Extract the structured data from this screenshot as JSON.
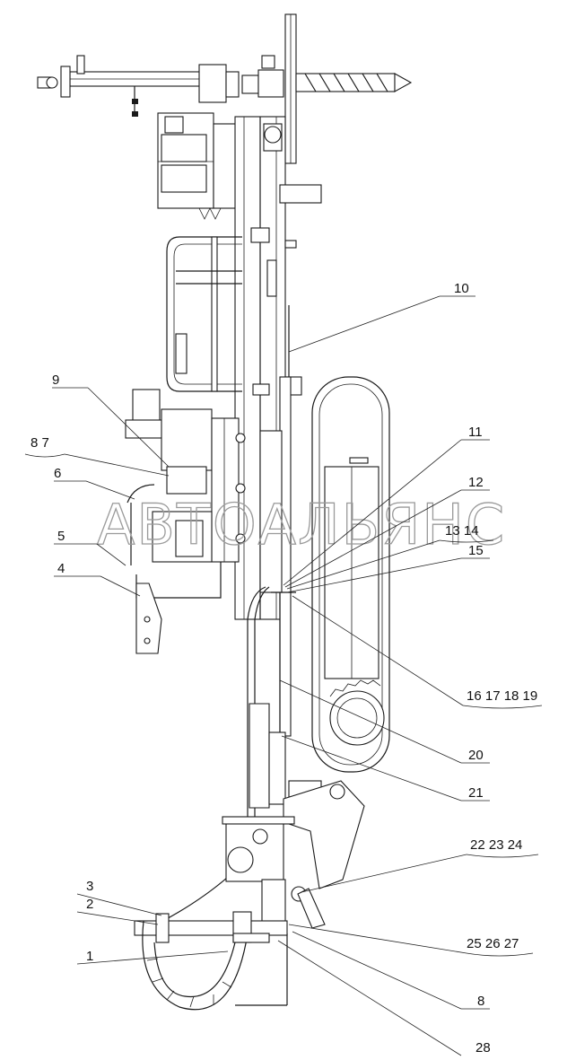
{
  "watermark": "АВТОАЛЬЯНС",
  "callouts": [
    {
      "label": "1"
    },
    {
      "label": "2"
    },
    {
      "label": "3"
    },
    {
      "label": "4"
    },
    {
      "label": "5"
    },
    {
      "label": "6"
    },
    {
      "label": "8  7"
    },
    {
      "label": "9"
    },
    {
      "label": "10"
    },
    {
      "label": "11"
    },
    {
      "label": "12"
    },
    {
      "label": "13 14"
    },
    {
      "label": "15"
    },
    {
      "label": "16 17 18 19"
    },
    {
      "label": "20"
    },
    {
      "label": "21"
    },
    {
      "label": "22 23 24"
    },
    {
      "label": "25 26 27"
    },
    {
      "label": "8"
    },
    {
      "label": "28"
    }
  ]
}
